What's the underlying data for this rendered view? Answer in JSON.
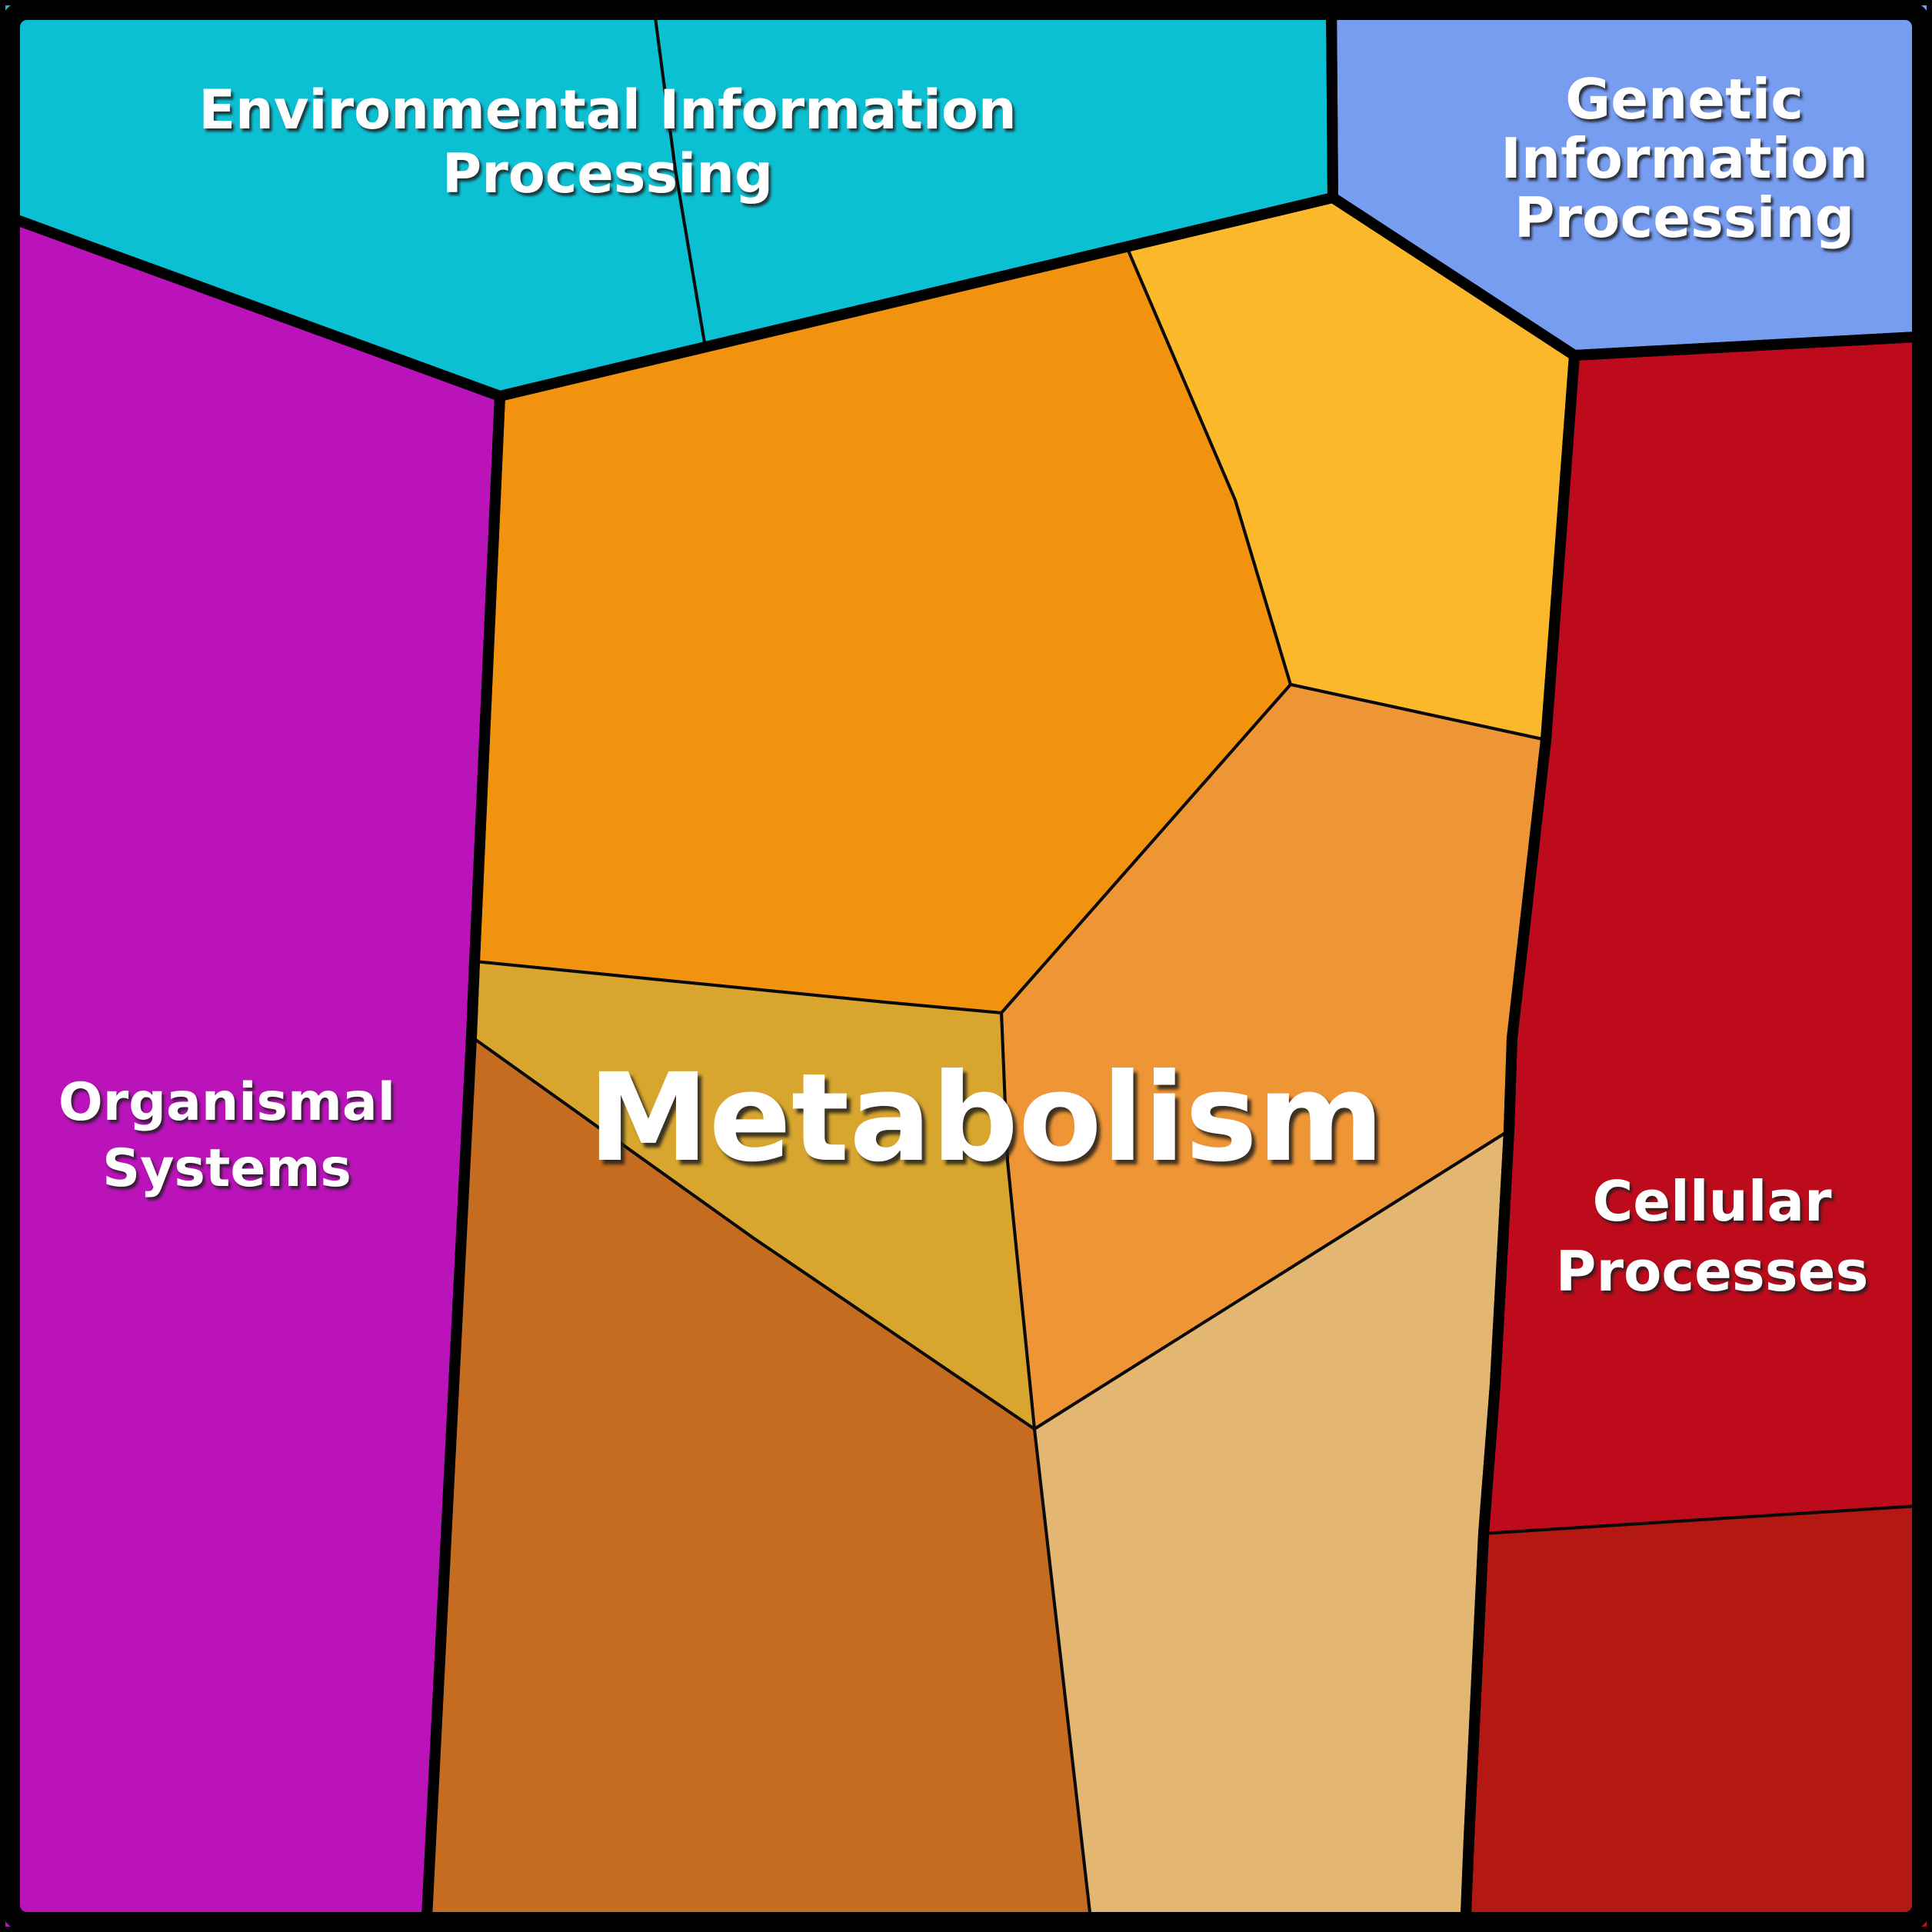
{
  "chart_data": {
    "type": "voronoi-treemap",
    "description_of_visible_content": "Polygonal (Voronoi) treemap of functional categories; area encodes relative share; thick black borders separate top-level categories, thin lines separate unlabeled sub-cells",
    "legend": "none",
    "axes": "none",
    "categories": [
      {
        "label": "Metabolism",
        "color": "#F1930F",
        "area_pct_est": 45,
        "subcells": 6,
        "subcell_colors": [
          "#F1930F",
          "#FCB82B",
          "#EE9535",
          "#D8A62E",
          "#C56C20",
          "#E3B671"
        ]
      },
      {
        "label": "Organismal Systems",
        "color": "#B913B9",
        "area_pct_est": 20,
        "subcells": 1,
        "subcell_colors": [
          "#B913B9"
        ]
      },
      {
        "label": "Cellular Processes",
        "color": "#BD0B1B",
        "area_pct_est": 18,
        "subcells": 2,
        "subcell_colors": [
          "#BD0B1B",
          "#B41813"
        ]
      },
      {
        "label": "Environmental Information Processing",
        "color": "#0CC0D4",
        "area_pct_est": 11,
        "subcells": 2,
        "subcell_colors": [
          "#0CC0D4",
          "#0CC0D4"
        ]
      },
      {
        "label": "Genetic Information Processing",
        "color": "#779DF1",
        "area_pct_est": 6,
        "subcells": 1,
        "subcell_colors": [
          "#779DF1"
        ]
      }
    ]
  },
  "labels": {
    "environmental": {
      "lines": [
        "Environmental Information",
        "Processing"
      ]
    },
    "genetic": {
      "lines": [
        "Genetic",
        "Information",
        "Processing"
      ]
    },
    "organismal": {
      "lines": [
        "Organismal",
        "Systems"
      ]
    },
    "metabolism": {
      "lines": [
        "Metabolism"
      ]
    },
    "cellular": {
      "lines": [
        "Cellular",
        "Processes"
      ]
    }
  },
  "colors": {
    "cyan": "#0CC0D4",
    "blue": "#779DF1",
    "magenta": "#B913B9",
    "orange_big": "#F1930F",
    "orange_yellow": "#FCB82B",
    "orange_medium": "#EE9535",
    "goldenrod": "#D8A62E",
    "brown": "#C56C20",
    "tan": "#E3B671",
    "red_upper": "#BD0B1B",
    "red_lower": "#B41813",
    "border": "#000000",
    "text": "#FFFFFF"
  }
}
